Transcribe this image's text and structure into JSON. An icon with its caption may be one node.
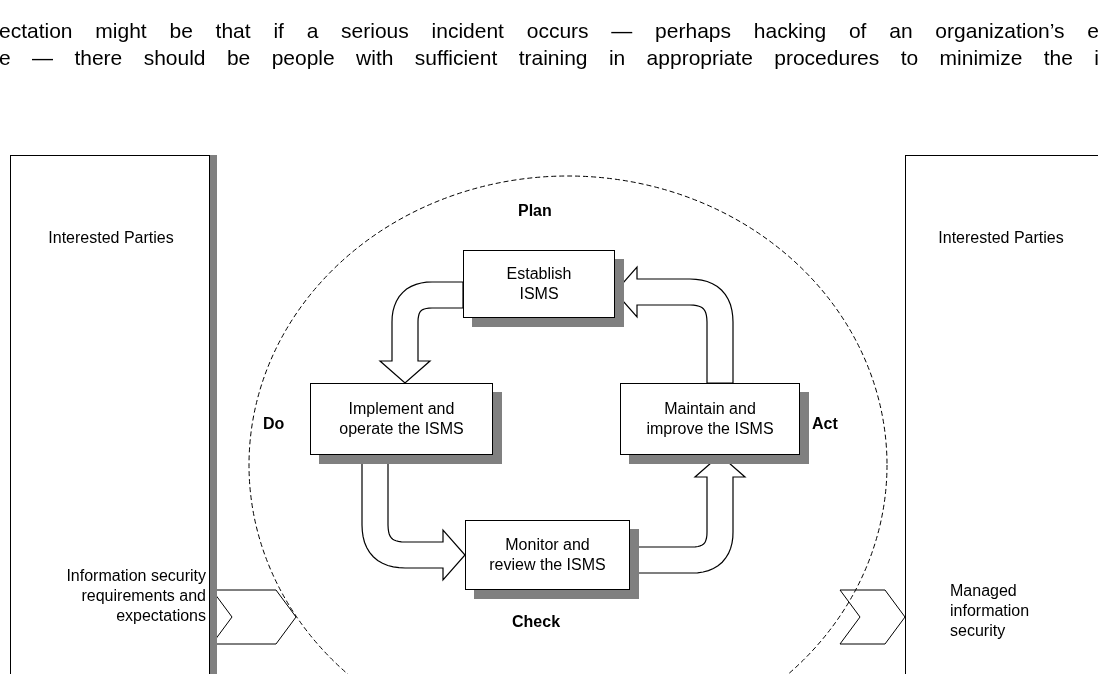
{
  "diagram": {
    "nodes": [
      {
        "text": [
          "Interested Parties",
          "Information security requirements and expectations"
        ]
      },
      {
        "text": [],
        "shape": "circle"
      },
      {
        "text": [
          "Establish ISMS"
        ],
        "in": 1,
        "beside": [
          "Plan"
        ]
      },
      {
        "text": [
          "Implement and operate the ISMS"
        ],
        "in": 1,
        "beside": [
          "Do"
        ]
      },
      {
        "text": [
          "Monitor and review the ISMS"
        ],
        "in": 1,
        "beside": [
          "Check"
        ]
      },
      {
        "text": [
          "Maintain and improve the ISMS"
        ],
        "in": 1,
        "beside": [
          "Act"
        ]
      },
      {
        "text": [
          "Interested Parties",
          "Managed information security"
        ]
      }
    ],
    "edges": [
      {
        "from": 0,
        "to": 1,
        "arrow": "to"
      },
      {
        "from": 1,
        "to": 6,
        "arrow": "to"
      },
      {
        "from": 2,
        "to": 3,
        "arrow": "to"
      },
      {
        "from": 3,
        "to": 4,
        "arrow": "to"
      },
      {
        "from": 4,
        "to": 5,
        "arrow": "to"
      },
      {
        "from": 5,
        "to": 2,
        "arrow": "to"
      }
    ],
    "labels": [
      "ectation might be that if a serious incident occurs — perhaps hacking of an organization’s e",
      "e — there should be people with sufficient training in appropriate procedures to minimize the i"
    ]
  }
}
